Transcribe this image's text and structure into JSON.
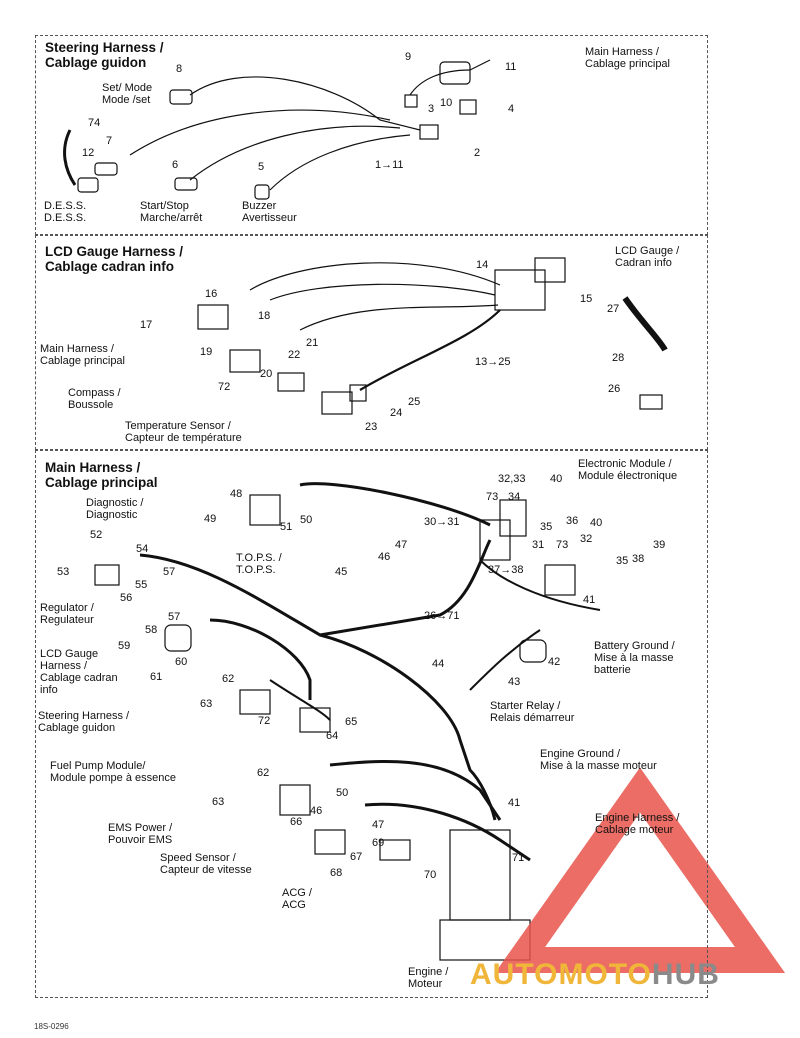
{
  "sections": {
    "steering": {
      "title_line1": "Steering Harness /",
      "title_line2": "Cablage guidon",
      "labels": {
        "main_harness": [
          "Main Harness  /",
          "Cablage principal"
        ],
        "set_mode": [
          "Set/ Mode",
          "Mode /set"
        ],
        "dess": [
          "D.E.S.S.",
          "D.E.S.S."
        ],
        "start_stop": [
          "Start/Stop",
          "Marche/arrêt"
        ],
        "buzzer": [
          "Buzzer",
          "Avertisseur"
        ]
      },
      "numbers": [
        "8",
        "9",
        "11",
        "10",
        "3",
        "4",
        "74",
        "7",
        "12",
        "2",
        "6",
        "5",
        "1→11"
      ]
    },
    "lcd": {
      "title_line1": "LCD Gauge Harness /",
      "title_line2": "Cablage cadran info",
      "labels": {
        "lcd_gauge": [
          "LCD Gauge /",
          "Cadran info"
        ],
        "main_harness": [
          "Main Harness /",
          "Cablage principal"
        ],
        "compass": [
          "Compass /",
          "Boussole"
        ],
        "temp_sensor": [
          "Temperature Sensor /",
          "Capteur de température"
        ]
      },
      "numbers": [
        "14",
        "15",
        "16",
        "18",
        "17",
        "27",
        "21",
        "19",
        "22",
        "13→25",
        "28",
        "72",
        "20",
        "25",
        "26",
        "24",
        "23"
      ]
    },
    "main": {
      "title_line1": "Main Harness /",
      "title_line2": "Cablage principal",
      "labels": {
        "electronic_module": [
          "Electronic Module /",
          "Module électronique"
        ],
        "diagnostic": [
          "Diagnostic /",
          "Diagnostic"
        ],
        "tops": [
          "T.O.P.S. /",
          "T.O.P.S."
        ],
        "regulator": [
          "Regulator /",
          "Regulateur"
        ],
        "lcd_gauge_harness": [
          "LCD Gauge",
          "Harness /",
          "Cablage cadran",
          "info"
        ],
        "battery_ground": [
          "Battery Ground /",
          "Mise à la masse",
          "batterie"
        ],
        "starter_relay": [
          "Starter Relay /",
          "Relais démarreur"
        ],
        "steering_harness": [
          "Steering Harness /",
          "Cablage guidon"
        ],
        "fuel_pump": [
          "Fuel Pump Module/",
          "Module pompe à essence"
        ],
        "engine_ground": [
          "Engine Ground /",
          "Mise à la masse moteur"
        ],
        "engine_harness": [
          "Engine Harness /",
          "Cablage moteur"
        ],
        "ems_power": [
          "EMS Power /",
          "Pouvoir EMS"
        ],
        "speed_sensor": [
          "Speed Sensor /",
          "Capteur de vitesse"
        ],
        "acg": [
          "ACG /",
          "ACG"
        ],
        "engine": [
          "Engine /",
          "Moteur"
        ]
      },
      "numbers": [
        "32,33",
        "40",
        "73",
        "34",
        "48",
        "30→31",
        "35",
        "36",
        "49",
        "50",
        "51",
        "40",
        "52",
        "31",
        "32",
        "39",
        "54",
        "47",
        "73",
        "35",
        "38",
        "46",
        "37→38",
        "53",
        "45",
        "57",
        "55",
        "56",
        "26→71",
        "41",
        "57",
        "58",
        "59",
        "60",
        "61",
        "62",
        "42",
        "44",
        "43",
        "63",
        "72",
        "64",
        "65",
        "50",
        "62",
        "41",
        "63",
        "46",
        "47",
        "66",
        "69",
        "71",
        "67",
        "68",
        "70"
      ]
    }
  },
  "watermark": {
    "part1": "AUTOMOTO",
    "part2": "HUB"
  },
  "reference": "18S-0296",
  "colors": {
    "watermark_red": "#e8534a",
    "watermark_yellow": "#f0b63a",
    "watermark_gray": "#8a8a8a"
  }
}
